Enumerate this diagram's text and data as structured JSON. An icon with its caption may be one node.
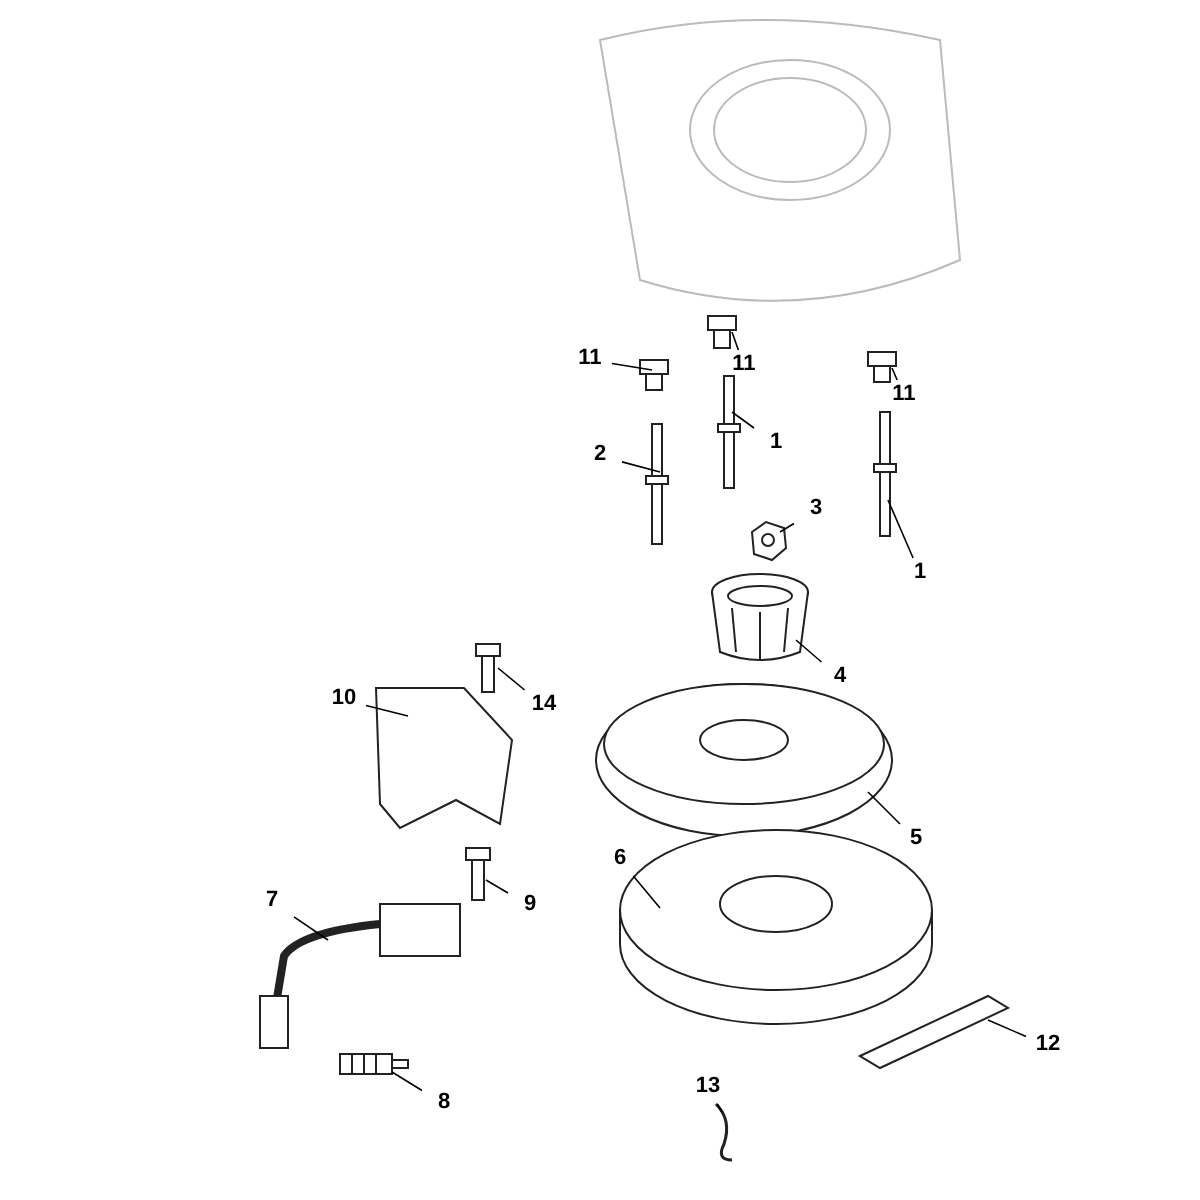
{
  "diagram": {
    "nodes": [
      {
        "text": [
          "11"
        ]
      },
      {
        "text": [
          "11"
        ]
      },
      {
        "text": [
          "11"
        ]
      },
      {
        "text": [
          "2"
        ]
      },
      {
        "text": [
          "1"
        ]
      },
      {
        "text": [
          "3"
        ]
      },
      {
        "text": [
          "1"
        ]
      },
      {
        "text": [
          "10"
        ]
      },
      {
        "text": [
          "14"
        ]
      },
      {
        "text": [
          "4"
        ]
      },
      {
        "text": [
          "5"
        ]
      },
      {
        "text": [
          "6"
        ]
      },
      {
        "text": [
          "9"
        ]
      },
      {
        "text": [
          "7"
        ]
      },
      {
        "text": [
          "8"
        ]
      },
      {
        "text": [
          "12"
        ]
      },
      {
        "text": [
          "13"
        ]
      },
      {
        "text": [],
        "shape": "picture"
      },
      {
        "text": [],
        "shape": "picture"
      },
      {
        "text": [],
        "shape": "picture"
      },
      {
        "text": [],
        "shape": "picture"
      },
      {
        "text": [],
        "shape": "picture"
      },
      {
        "text": [],
        "shape": "picture"
      },
      {
        "text": [],
        "shape": "picture"
      },
      {
        "text": [],
        "shape": "picture"
      },
      {
        "text": [],
        "shape": "picture"
      },
      {
        "text": [],
        "shape": "picture"
      },
      {
        "text": [],
        "shape": "picture"
      },
      {
        "text": [],
        "shape": "picture"
      },
      {
        "text": [],
        "shape": "picture"
      },
      {
        "text": [],
        "shape": "picture"
      },
      {
        "text": [],
        "shape": "picture"
      },
      {
        "text": [],
        "shape": "picture"
      },
      {
        "text": [],
        "shape": "picture"
      }
    ],
    "edges": [
      {
        "from": 0,
        "to": 17,
        "arrow": "none"
      },
      {
        "from": 1,
        "to": 18,
        "arrow": "none"
      },
      {
        "from": 2,
        "to": 19,
        "arrow": "none"
      },
      {
        "from": 3,
        "to": 20,
        "arrow": "none"
      },
      {
        "from": 4,
        "to": 21,
        "arrow": "none"
      },
      {
        "from": 5,
        "to": 22,
        "arrow": "none"
      },
      {
        "from": 6,
        "to": 23,
        "arrow": "none"
      },
      {
        "from": 7,
        "to": 24,
        "arrow": "none"
      },
      {
        "from": 8,
        "to": 25,
        "arrow": "none"
      },
      {
        "from": 9,
        "to": 26,
        "arrow": "none"
      },
      {
        "from": 10,
        "to": 27,
        "arrow": "none"
      },
      {
        "from": 11,
        "to": 28,
        "arrow": "none"
      },
      {
        "from": 12,
        "to": 29,
        "arrow": "none"
      },
      {
        "from": 13,
        "to": 30,
        "arrow": "none"
      },
      {
        "from": 14,
        "to": 31,
        "arrow": "none"
      },
      {
        "from": 15,
        "to": 32,
        "arrow": "none"
      },
      {
        "from": 16,
        "to": 33,
        "arrow": "none"
      }
    ]
  }
}
